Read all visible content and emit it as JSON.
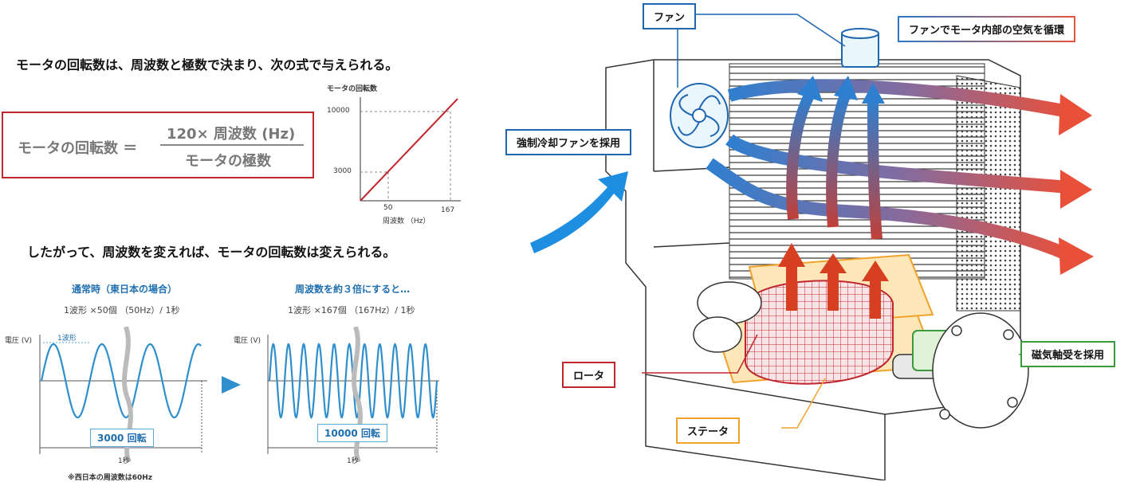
{
  "left_panel": {
    "heading_1": "モータの回転数は、周波数と極数で決まり、次の式で与えられる。",
    "formula": {
      "lhs": "モータの回転数 ＝",
      "numerator": "120× 周波数 (Hz)",
      "denominator": "モータの極数"
    },
    "mini_chart": {
      "title": "モータの回転数",
      "xlabel": "周波数 （Hz）",
      "y_ticks": [
        "10000",
        "3000"
      ],
      "x_ticks": [
        "50",
        "167"
      ]
    },
    "heading_2": "したがって、周波数を変えれば、モータの回転数は変えられる。",
    "wave_normal": {
      "title": "通常時（東日本の場合）",
      "subtitle": "1波形 ×50個 （50Hz）/ 1秒",
      "axis_label": "電圧 (V)",
      "period_label": "1波形",
      "badge": "3000 回転",
      "time_label": "1秒",
      "footnote": "※西日本の周波数は60Hz"
    },
    "wave_fast": {
      "title": "周波数を約３倍にすると…",
      "subtitle": "1波形 ×167個 （167Hz）/ 1秒",
      "axis_label": "電圧 (V)",
      "badge": "10000 回転",
      "time_label": "1秒"
    }
  },
  "chart_data": {
    "type": "line",
    "title": "モータの回転数",
    "xlabel": "周波数 （Hz）",
    "ylabel": "",
    "series": [
      {
        "x": [
          0,
          50,
          167
        ],
        "values": [
          0,
          3000,
          10000
        ]
      }
    ],
    "x_ticks": [
      50,
      167
    ],
    "y_ticks": [
      3000,
      10000
    ],
    "grid": false
  },
  "diagram": {
    "labels": {
      "fan": "ファン",
      "circulation": "ファンでモータ内部の空気を循環",
      "forced_cooling": "強制冷却ファンを採用",
      "rotor": "ロータ",
      "stator": "ステータ",
      "magnetic_bearing": "磁気軸受を採用"
    },
    "colors": {
      "red": "#c0262d",
      "blue": "#1e67b0",
      "orange": "#f1a22a",
      "green": "#3a9b3a",
      "cool_arrow": "#1e8fe0",
      "hot_arrow": "#e8503a"
    }
  }
}
